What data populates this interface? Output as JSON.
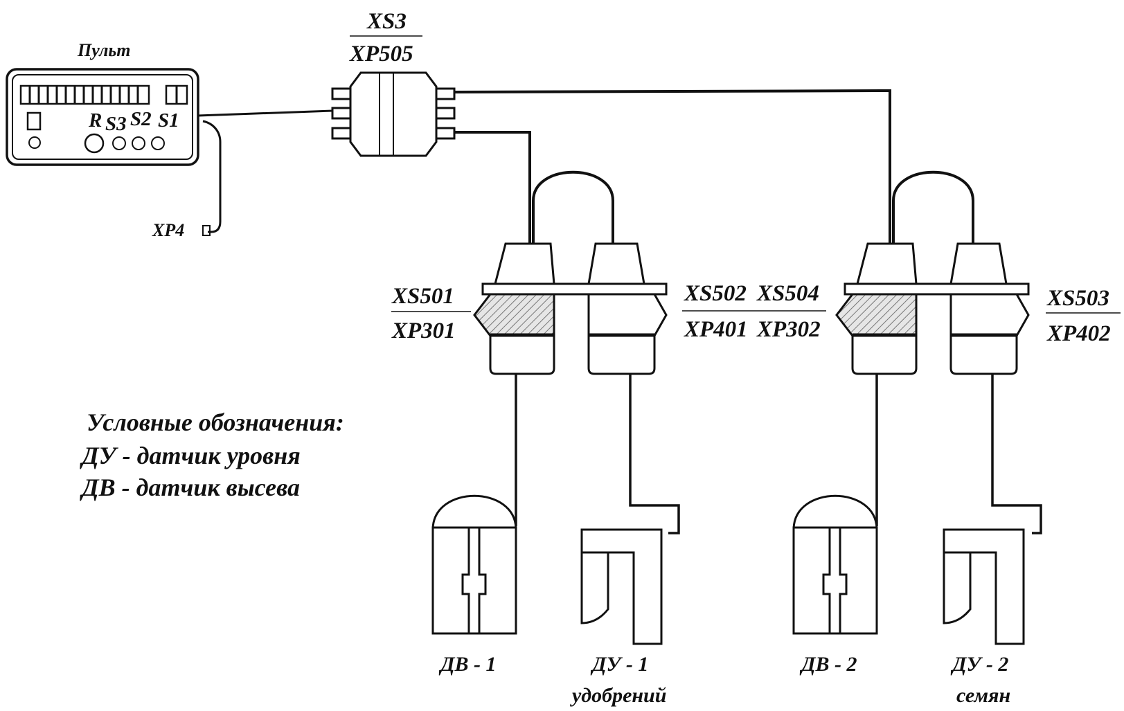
{
  "panel": {
    "title": "Пульт",
    "buttons": [
      "R",
      "S3",
      "S2",
      "S1"
    ],
    "plug": "XP4"
  },
  "hub": {
    "top": "XS3",
    "bottom": "XP505"
  },
  "connectors": [
    {
      "top": "XS501",
      "bottom": "XP301"
    },
    {
      "top": "XS502",
      "bottom": "XP401"
    },
    {
      "top": "XS504",
      "bottom": "XP302"
    },
    {
      "top": "XS503",
      "bottom": "XP402"
    }
  ],
  "sensors": [
    {
      "label": "ДВ - 1",
      "sub": ""
    },
    {
      "label": "ДУ - 1",
      "sub": "удобрений"
    },
    {
      "label": "ДВ - 2",
      "sub": ""
    },
    {
      "label": "ДУ - 2",
      "sub": "семян"
    }
  ],
  "legend": {
    "title": "Условные обозначения:",
    "items": [
      "ДУ - датчик уровня",
      "ДВ - датчик высева"
    ]
  }
}
